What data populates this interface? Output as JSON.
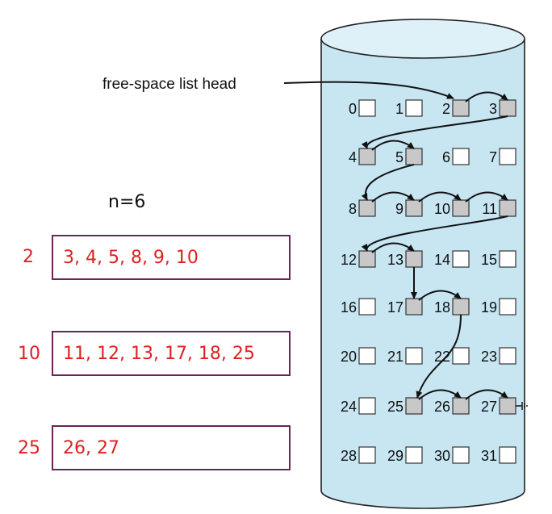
{
  "diagram": {
    "list_head_label": "free-space list head",
    "block_numbers": [
      "0",
      "1",
      "2",
      "3",
      "4",
      "5",
      "6",
      "7",
      "8",
      "9",
      "10",
      "11",
      "12",
      "13",
      "14",
      "15",
      "16",
      "17",
      "18",
      "19",
      "20",
      "21",
      "22",
      "23",
      "24",
      "25",
      "26",
      "27",
      "28",
      "29",
      "30",
      "31"
    ],
    "free_blocks": [
      2,
      3,
      4,
      5,
      8,
      9,
      10,
      11,
      12,
      13,
      17,
      18,
      25,
      26,
      27
    ],
    "links": [
      [
        2,
        3
      ],
      [
        3,
        4
      ],
      [
        4,
        5
      ],
      [
        5,
        8
      ],
      [
        8,
        9
      ],
      [
        9,
        10
      ],
      [
        10,
        11
      ],
      [
        11,
        12
      ],
      [
        12,
        13
      ],
      [
        13,
        17
      ],
      [
        17,
        18
      ],
      [
        18,
        25
      ],
      [
        25,
        26
      ],
      [
        26,
        27
      ]
    ],
    "colors": {
      "disk_fill": "#c7e6f2",
      "free_block_fill": "#c8c8c8",
      "used_block_fill": "#ffffff",
      "annotation_red": "#e02020",
      "box_border": "#6b2455"
    }
  },
  "grouping": {
    "n_label": "n=6",
    "groups": [
      {
        "head": "2",
        "blocks": "3, 4, 5, 8, 9, 10"
      },
      {
        "head": "10",
        "blocks": "11, 12, 13, 17, 18, 25"
      },
      {
        "head": "25",
        "blocks": "26, 27"
      }
    ]
  }
}
